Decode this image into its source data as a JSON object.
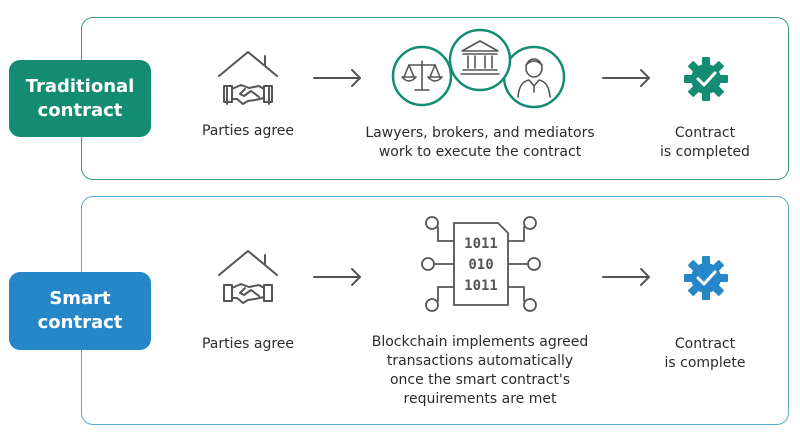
{
  "rows": [
    {
      "tag": [
        "Traditional",
        "contract"
      ],
      "step1": "Parties agree",
      "step2": [
        "Lawyers, brokers, and mediators",
        "work to execute the contract"
      ],
      "step3": [
        "Contract",
        "is completed"
      ],
      "color": "#148c73",
      "border_color": "#3a9a80",
      "icons": [
        "handshake-house-icon",
        "scales-icon",
        "bank-icon",
        "person-icon",
        "gear-check-icon"
      ]
    },
    {
      "tag": [
        "Smart",
        "contract"
      ],
      "step1": "Parties agree",
      "step2": [
        "Blockchain implements agreed",
        "transactions automatically",
        "once the smart contract's",
        "requirements are met"
      ],
      "step3": [
        "Contract",
        "is complete"
      ],
      "color": "#2687c8",
      "border_color": "#5aa9cf",
      "icons": [
        "handshake-house-icon",
        "binary-chip-icon",
        "gear-check-icon"
      ]
    }
  ]
}
